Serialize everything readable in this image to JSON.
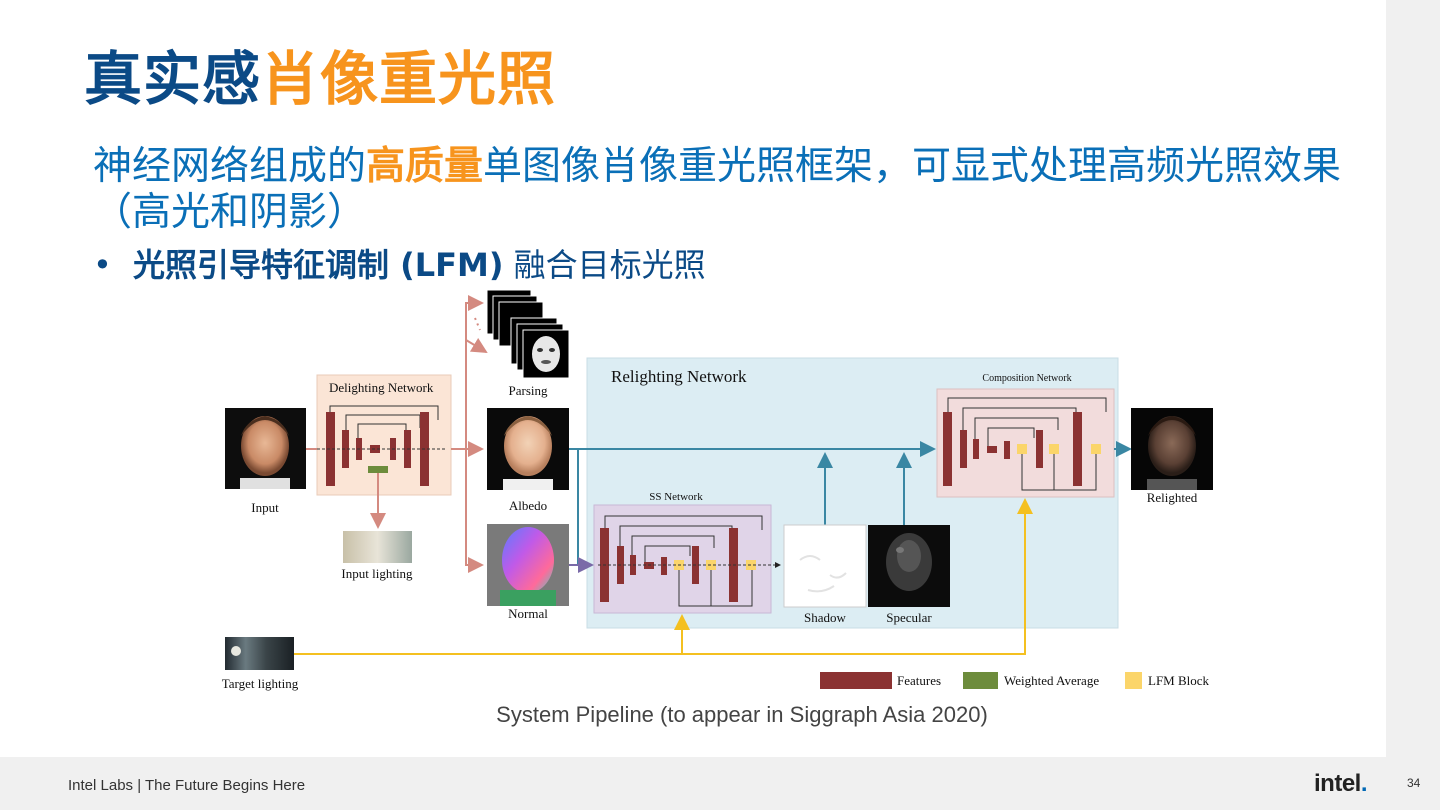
{
  "title": {
    "part1": "真实感",
    "part2": "肖像重光照"
  },
  "body": {
    "pre": "神经网络组成的",
    "highlight": "高质量",
    "post": "单图像肖像重光照框架，可显式处理高频光照效果（高光和阴影）"
  },
  "bullet": {
    "bold": "光照引导特征调制 (LFM)",
    "rest": " 融合目标光照"
  },
  "diagram": {
    "delighting_label": "Delighting Network",
    "relighting_label": "Relighting Network",
    "ss_label": "SS Network",
    "composition_label": "Composition Network",
    "input_label": "Input",
    "input_lighting_label": "Input lighting",
    "parsing_label": "Parsing",
    "albedo_label": "Albedo",
    "normal_label": "Normal",
    "shadow_label": "Shadow",
    "specular_label": "Specular",
    "relighted_label": "Relighted",
    "target_lighting_label": "Target lighting",
    "legend": {
      "features": "Features",
      "weighted_average": "Weighted Average",
      "lfm_block": "LFM Block"
    },
    "colors": {
      "features": "#8b3232",
      "weighted_average": "#6d8c3c",
      "lfm_block": "#fbd56a",
      "relight_bg": "#dcedf3",
      "teal_arrow": "#3a87a3",
      "yellow_line": "#f4c020",
      "pink_arrow": "#d48a80"
    }
  },
  "caption": "System Pipeline (to appear in Siggraph Asia 2020)",
  "footer": {
    "text": "Intel Labs | The Future Begins Here",
    "logo": "intel",
    "logo_dot": ".",
    "page": "34"
  }
}
